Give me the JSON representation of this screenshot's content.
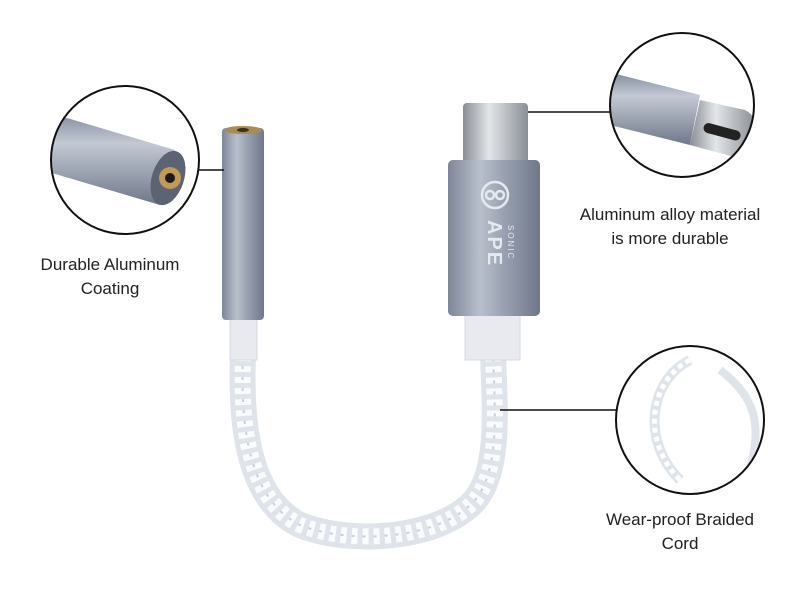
{
  "callouts": [
    {
      "lines": [
        "Durable Aluminum",
        "Coating"
      ]
    },
    {
      "lines": [
        "Aluminum alloy material",
        "is more durable"
      ]
    },
    {
      "lines": [
        "Wear-proof Braided",
        "Cord"
      ]
    }
  ],
  "product": {
    "logo_text": "APE SONIC",
    "colors": {
      "metal": "#8e97a8",
      "metal_light": "#c9ced8",
      "cable": "#eef0f4",
      "line": "#111111"
    }
  }
}
